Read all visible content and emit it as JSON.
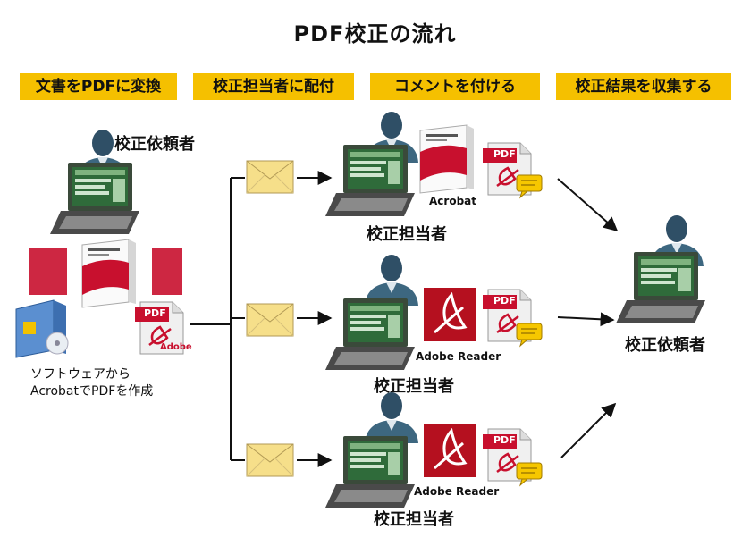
{
  "title": "PDF校正の流れ",
  "steps": [
    "文書をPDFに変換",
    "校正担当者に配付",
    "コメントを付ける",
    "校正結果を収集する"
  ],
  "roles": {
    "requester": "校正依頼者",
    "reviewer": "校正担当者",
    "collector": "校正依頼者"
  },
  "creation_caption": [
    "ソフトウェアから",
    "AcrobatでPDFを作成"
  ],
  "labels": {
    "pdf": "PDF",
    "adobe": "Adobe",
    "acrobat": "Acrobat",
    "adobe_reader": "Adobe Reader"
  },
  "colors": {
    "step_bg": "#f5c000",
    "adobe_red": "#c8102e",
    "laptop_green": "#3c6e3c",
    "envelope": "#f6df8a"
  }
}
